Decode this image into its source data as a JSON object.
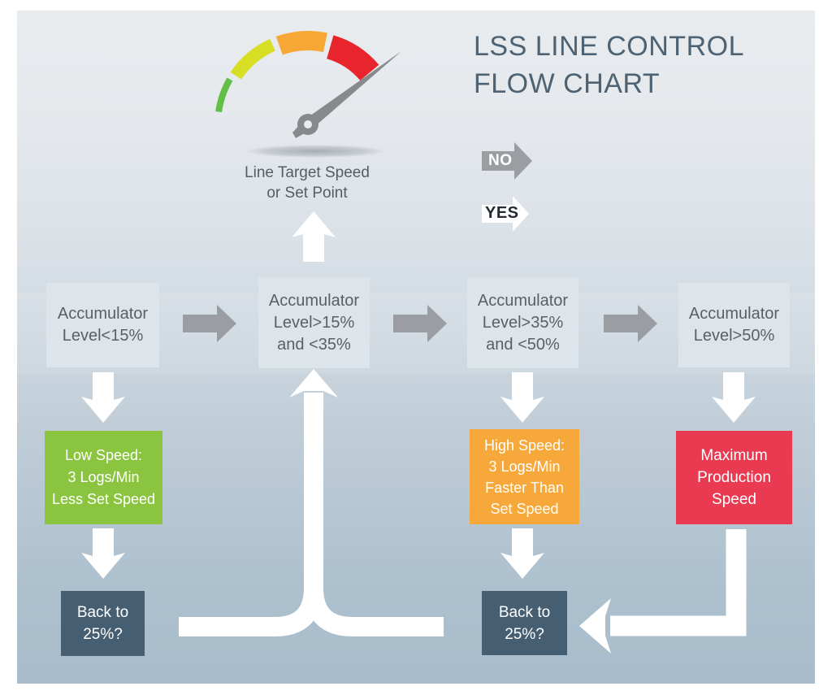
{
  "title": {
    "line1": "LSS LINE CONTROL",
    "line2": "FLOW CHART"
  },
  "gauge": {
    "caption_line1": "Line Target Speed",
    "caption_line2": "or Set Point"
  },
  "legend": {
    "no": "NO",
    "yes": "YES"
  },
  "boxes": {
    "acc1": {
      "line1": "Accumulator",
      "line2": "Level<15%"
    },
    "acc2": {
      "line1": "Accumulator",
      "line2": "Level>15%",
      "line3": "and <35%"
    },
    "acc3": {
      "line1": "Accumulator",
      "line2": "Level>35%",
      "line3": "and <50%"
    },
    "acc4": {
      "line1": "Accumulator",
      "line2": "Level>50%"
    },
    "low_speed": {
      "line1": "Low Speed:",
      "line2": "3 Logs/Min",
      "line3": "Less Set Speed"
    },
    "high_speed": {
      "line1": "High Speed:",
      "line2": "3 Logs/Min",
      "line3": "Faster Than",
      "line4": "Set Speed"
    },
    "max_speed": {
      "line1": "Maximum",
      "line2": "Production",
      "line3": "Speed"
    },
    "back_left": {
      "line1": "Back to",
      "line2": "25%?"
    },
    "back_right": {
      "line1": "Back to",
      "line2": "25%?"
    }
  },
  "colors": {
    "background_top": "#e9ecef",
    "background_bottom": "#a8bccb",
    "accumulator_box": "#dde4ea",
    "accumulator_text": "#5a6066",
    "low_speed_green": "#8bc540",
    "high_speed_orange": "#f6a83a",
    "max_speed_red": "#e93a52",
    "decision_slate": "#465e72",
    "arrow_gray": "#9a9ea2",
    "arrow_white": "#ffffff",
    "title_text": "#4d6373",
    "gauge_green": "#62bf45",
    "gauge_yellow": "#d7de23",
    "gauge_orange": "#f7a733",
    "gauge_red": "#e8252c",
    "needle_gray": "#87898c"
  }
}
